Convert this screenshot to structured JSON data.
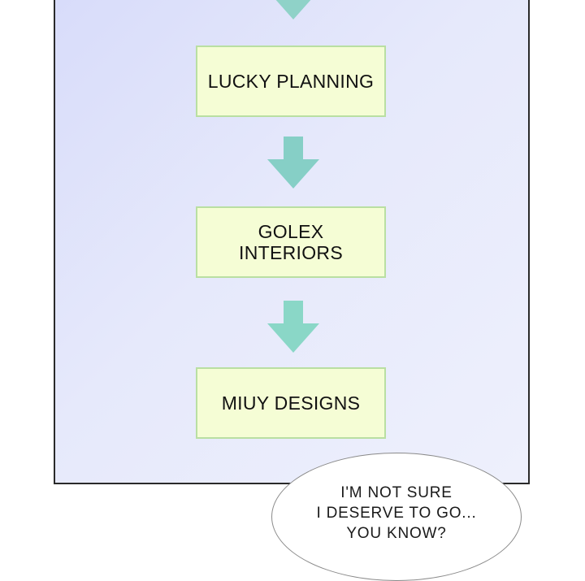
{
  "flowchart": {
    "steps": [
      {
        "label": "LUCKY PLANNING"
      },
      {
        "label_lines": [
          "GOLEX",
          "INTERIORS"
        ]
      },
      {
        "label": "MIUY DESIGNS"
      }
    ],
    "box_fill": "#f5fdd5",
    "box_border": "#b9dfa2",
    "arrow_colors": [
      "#86cfc6",
      "#8ad7c7"
    ]
  },
  "speech_bubble": {
    "lines": [
      "I'M NOT SURE",
      "I DESERVE TO GO...",
      "YOU KNOW?"
    ]
  }
}
